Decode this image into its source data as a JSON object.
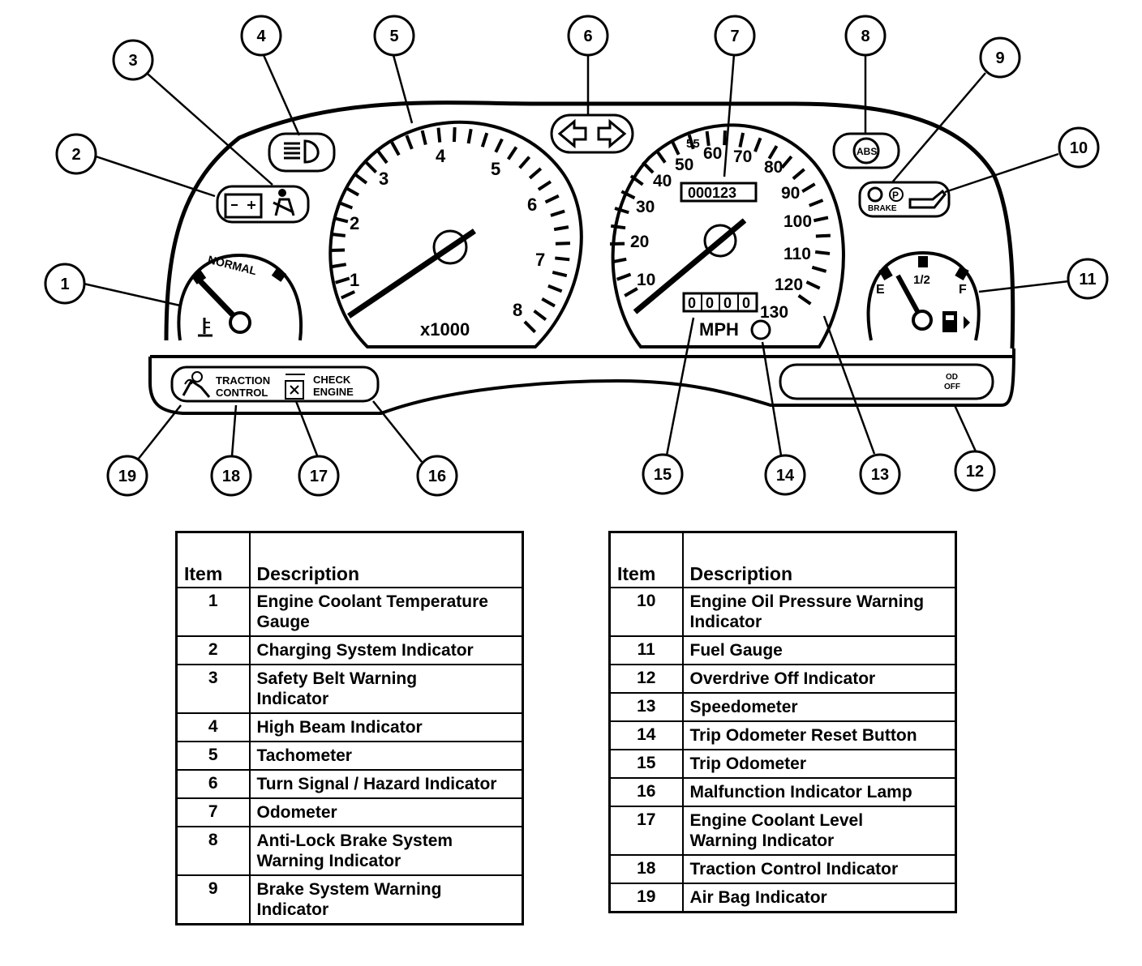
{
  "diagram": {
    "callouts": [
      "1",
      "2",
      "3",
      "4",
      "5",
      "6",
      "7",
      "8",
      "9",
      "10",
      "11",
      "12",
      "13",
      "14",
      "15",
      "16",
      "17",
      "18",
      "19"
    ],
    "tachometer": {
      "numerals": [
        "1",
        "2",
        "3",
        "4",
        "5",
        "6",
        "7",
        "8"
      ],
      "unit": "x1000"
    },
    "speedometer": {
      "numerals": [
        "10",
        "20",
        "30",
        "40",
        "50",
        "55",
        "60",
        "70",
        "80",
        "90",
        "100",
        "110",
        "120",
        "130"
      ],
      "unit": "MPH",
      "odometer": "000123",
      "trip_odometer": [
        "0",
        "0",
        "0",
        "0"
      ]
    },
    "temperature_gauge": {
      "label": "NORMAL"
    },
    "fuel_gauge": {
      "empty": "E",
      "half": "1/2",
      "full": "F"
    },
    "indicators": {
      "abs": "ABS",
      "brake_p": "P",
      "brake_label": "BRAKE",
      "traction_1": "TRACTION",
      "traction_2": "CONTROL",
      "check_1": "CHECK",
      "check_2": "ENGINE",
      "od_1": "OD",
      "od_2": "OFF"
    }
  },
  "table_left": {
    "headers": {
      "item": "Item",
      "description": "Description"
    },
    "rows": [
      {
        "item": "1",
        "line1": "Engine Coolant Temperature",
        "line2": "Gauge"
      },
      {
        "item": "2",
        "line1": "Charging System Indicator",
        "line2": ""
      },
      {
        "item": "3",
        "line1": "Safety Belt Warning",
        "line2": "Indicator"
      },
      {
        "item": "4",
        "line1": "High Beam Indicator",
        "line2": ""
      },
      {
        "item": "5",
        "line1": "Tachometer",
        "line2": ""
      },
      {
        "item": "6",
        "line1": "Turn Signal / Hazard Indicator",
        "line2": ""
      },
      {
        "item": "7",
        "line1": "Odometer",
        "line2": ""
      },
      {
        "item": "8",
        "line1": "Anti-Lock Brake System",
        "line2": "Warning Indicator"
      },
      {
        "item": "9",
        "line1": "Brake System Warning",
        "line2": "Indicator"
      }
    ]
  },
  "table_right": {
    "headers": {
      "item": "Item",
      "description": "Description"
    },
    "rows": [
      {
        "item": "10",
        "line1": "Engine Oil Pressure Warning",
        "line2": "Indicator"
      },
      {
        "item": "11",
        "line1": "Fuel Gauge",
        "line2": ""
      },
      {
        "item": "12",
        "line1": "Overdrive Off Indicator",
        "line2": ""
      },
      {
        "item": "13",
        "line1": "Speedometer",
        "line2": ""
      },
      {
        "item": "14",
        "line1": "Trip Odometer Reset Button",
        "line2": ""
      },
      {
        "item": "15",
        "line1": "Trip Odometer",
        "line2": ""
      },
      {
        "item": "16",
        "line1": "Malfunction Indicator Lamp",
        "line2": ""
      },
      {
        "item": "17",
        "line1": "Engine Coolant Level",
        "line2": "Warning Indicator"
      },
      {
        "item": "18",
        "line1": "Traction Control Indicator",
        "line2": ""
      },
      {
        "item": "19",
        "line1": "Air Bag Indicator",
        "line2": ""
      }
    ]
  }
}
